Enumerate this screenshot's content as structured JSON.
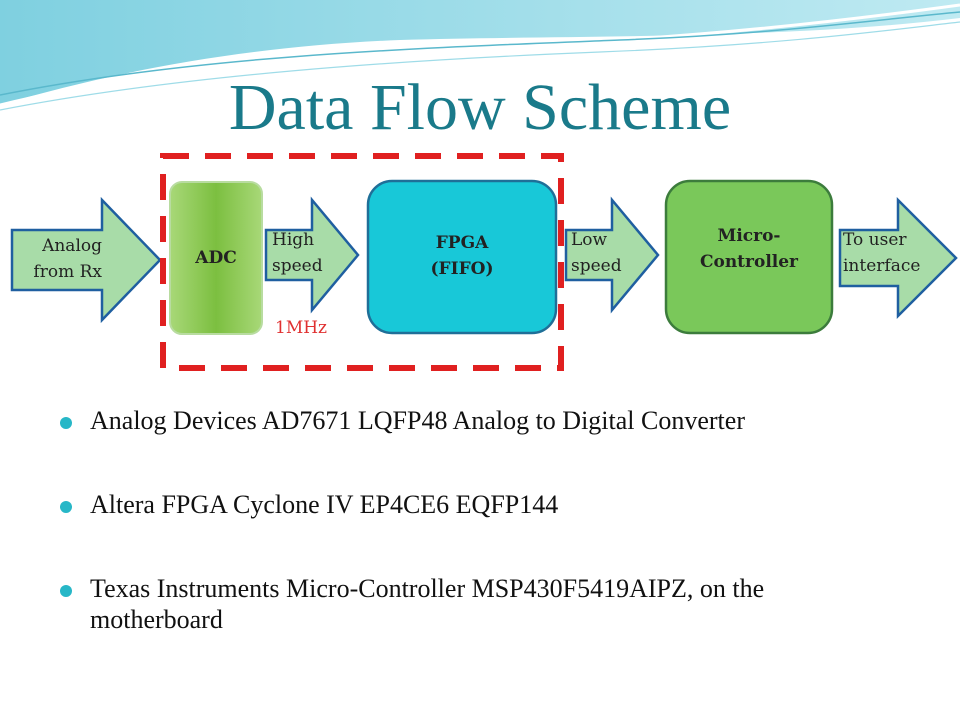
{
  "title": "Data Flow Scheme",
  "diagram": {
    "input_arrow": "Analog\nfrom Rx",
    "adc": "ADC",
    "high_speed_arrow": "High\nspeed",
    "frequency_note": "1MHz",
    "fpga_line1": "FPGA",
    "fpga_line2": "(FIFO)",
    "low_speed_arrow": "Low\nspeed",
    "mcu_line1": "Micro-",
    "mcu_line2": "Controller",
    "output_arrow": "To user\ninterface"
  },
  "bullets": [
    "Analog Devices AD7671 LQFP48 Analog to Digital Converter",
    "Altera FPGA Cyclone IV EP4CE6 EQFP144",
    "Texas Instruments Micro-Controller MSP430F5419AIPZ, on the motherboard"
  ],
  "colors": {
    "title": "#1a7a8a",
    "arrow_fill": "#a8dca8",
    "arrow_stroke": "#1f5fa0",
    "adc_fill": "#8cc850",
    "fpga_fill": "#18c8d8",
    "mcu_fill": "#7ac85a",
    "dashed_box": "#e02020",
    "bullet": "#27b7c7"
  }
}
